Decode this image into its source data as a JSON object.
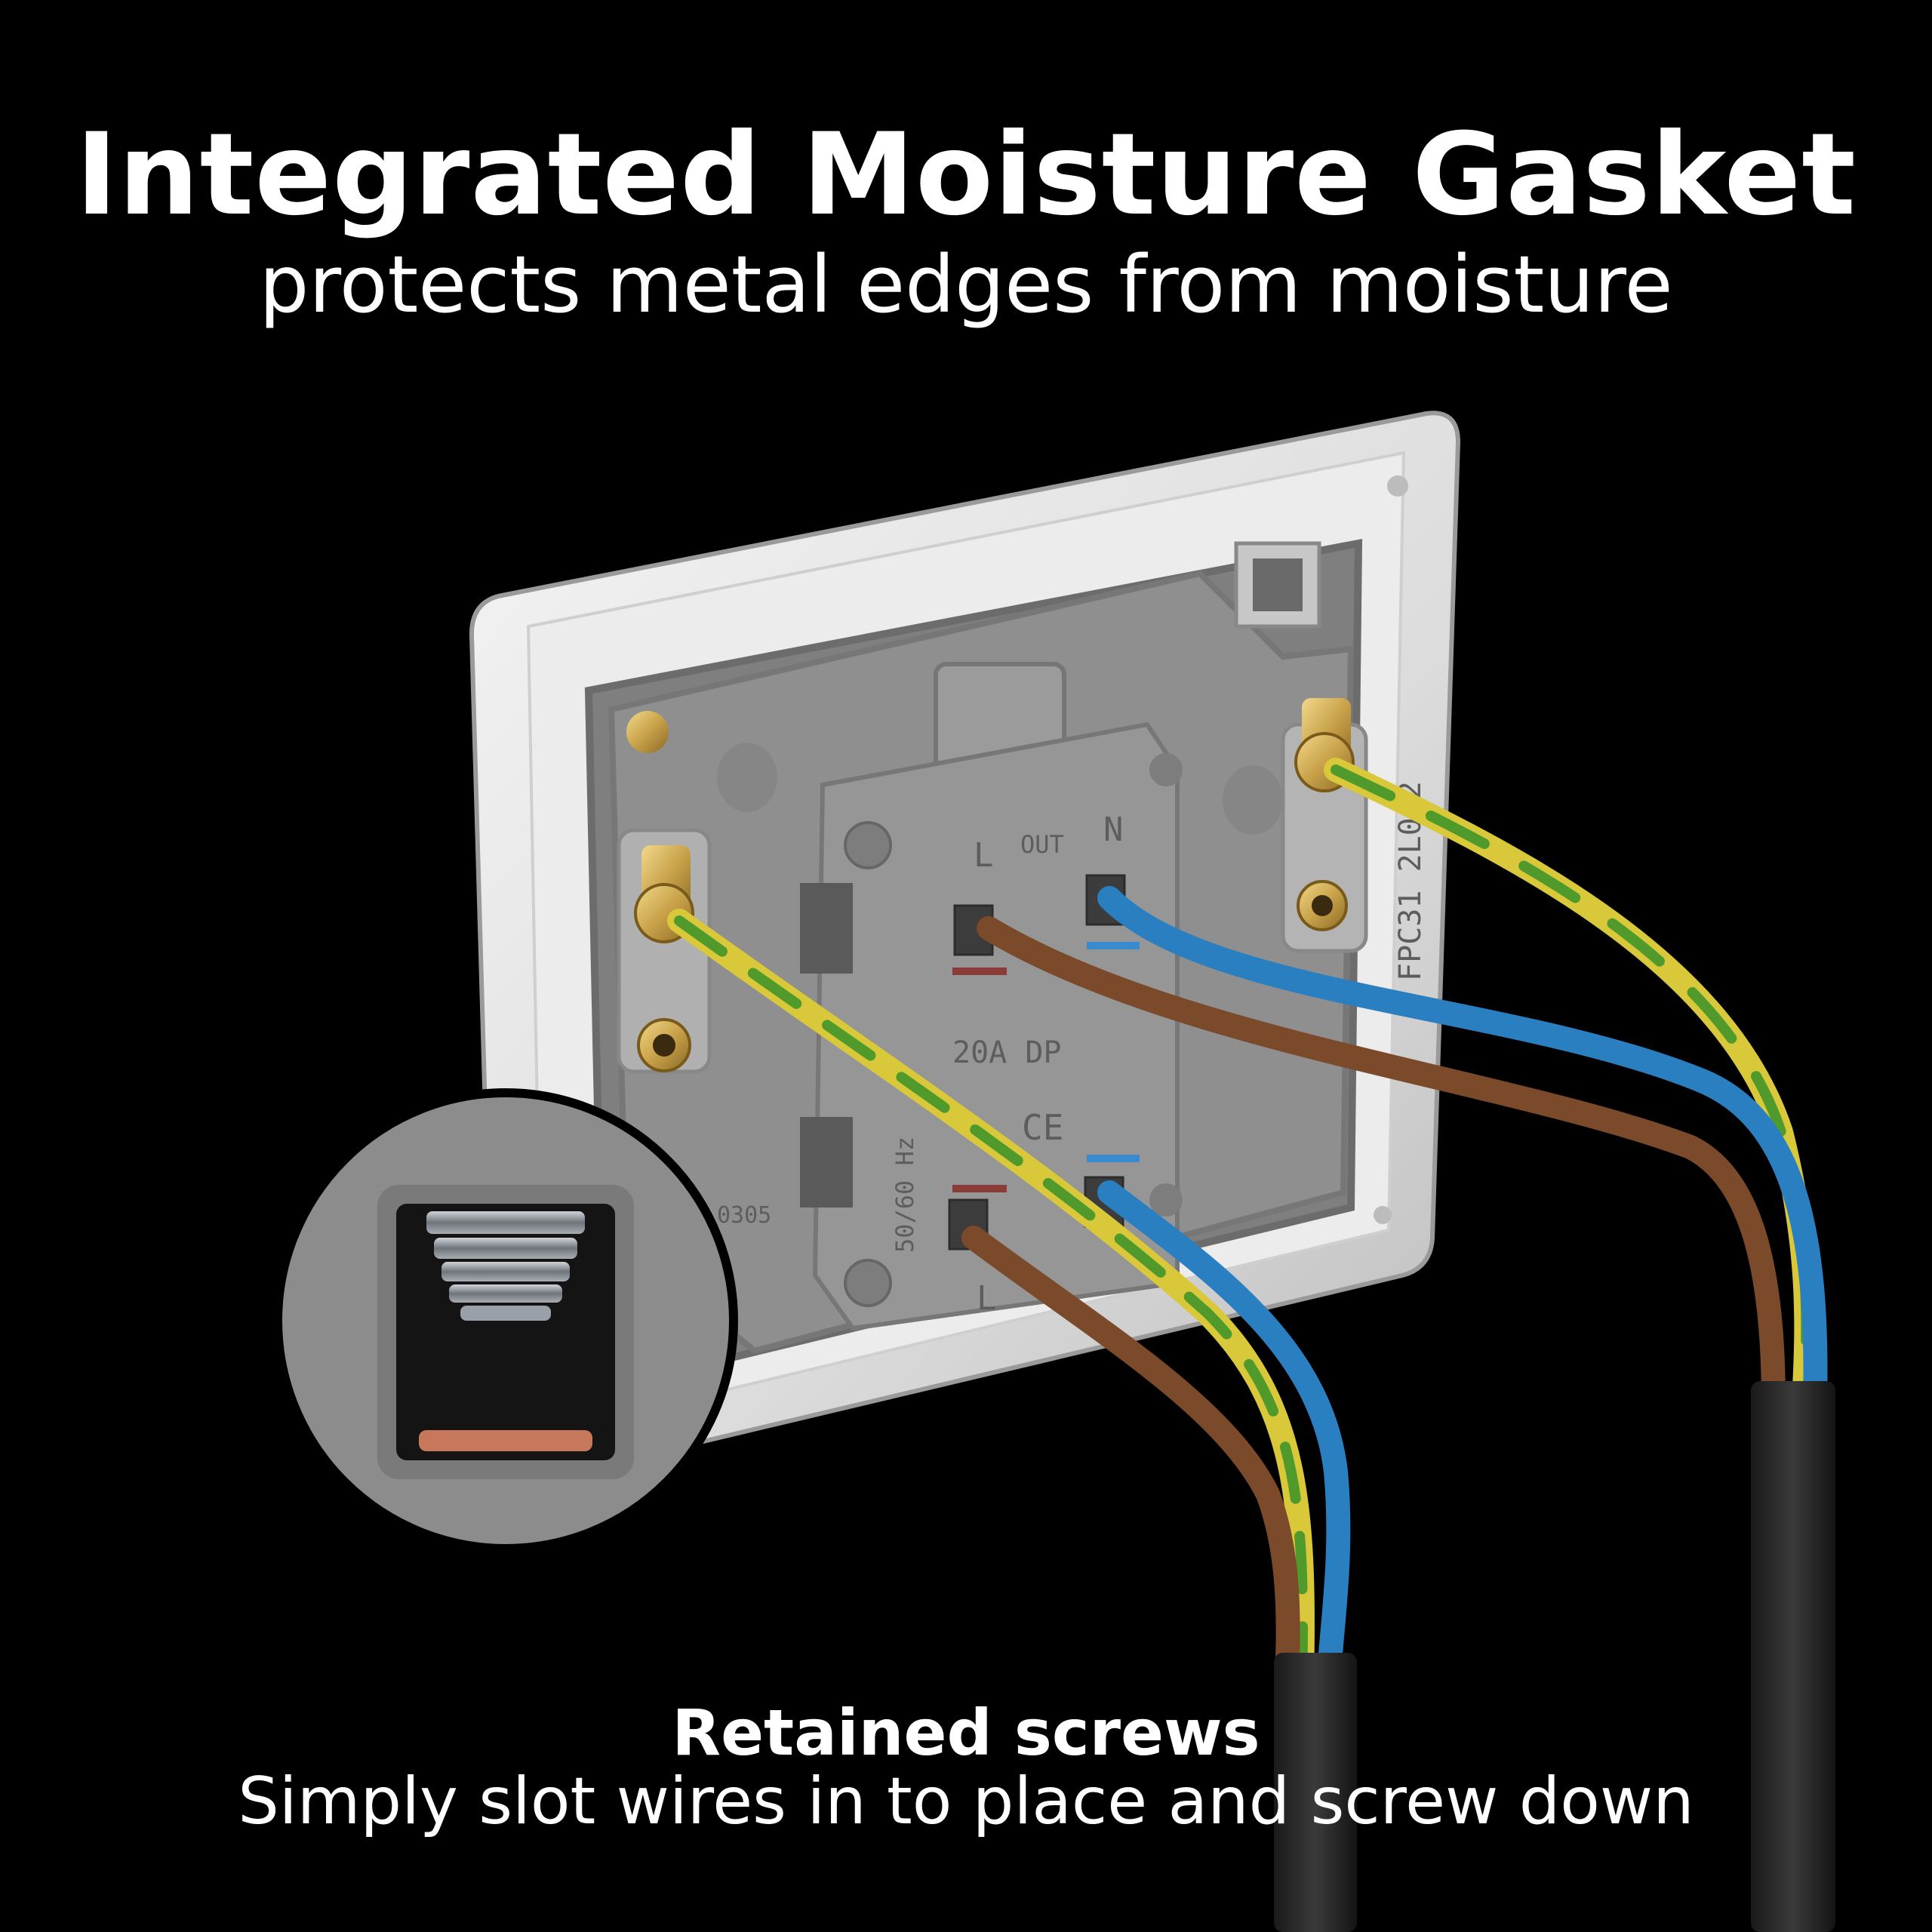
{
  "header": {
    "title": "Integrated Moisture Gasket",
    "subtitle": "protects metal edges from moisture"
  },
  "caption": {
    "title": "Retained screws",
    "text": "Simply slot wires in to place and screw down"
  },
  "product_markings": {
    "terminal_l_top": "L",
    "out": "OUT",
    "terminal_n_top": "N",
    "rating": "20A DP",
    "frequency": "50/60 Hz",
    "model_code": "FPC31 2L042",
    "part_code": "0305",
    "terminal_l_bottom": "L",
    "ce_mark": "CE"
  },
  "colors": {
    "background": "#000000",
    "text": "#ffffff",
    "plate": "#e8e8e8",
    "gasket": "#8a8a8a",
    "housing": "#8f8f8f",
    "brass": "#c9a24a",
    "wire_brown": "#7a4a2a",
    "wire_blue": "#2a7fc0",
    "wire_earth_green": "#4f9a2a",
    "wire_earth_yellow": "#d8c83a",
    "cable_sheath": "#2a2a2a",
    "copper": "#c8785a"
  }
}
